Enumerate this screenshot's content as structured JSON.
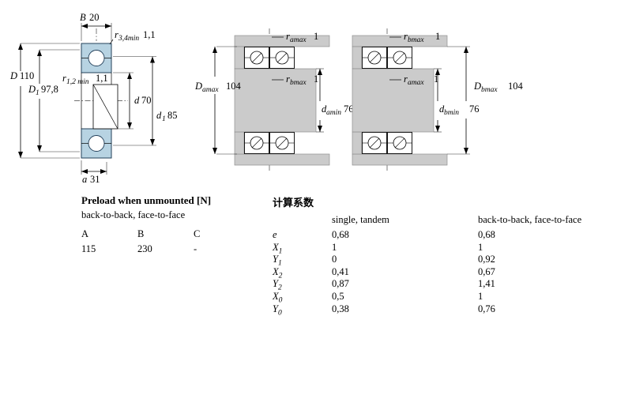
{
  "figure_section": {
    "B": {
      "sym": "B",
      "val": "20"
    },
    "r34": {
      "sym": "r",
      "sub": "3,4min",
      "val": "1,1"
    },
    "D": {
      "sym": "D",
      "val": "110"
    },
    "D1": {
      "sym": "D",
      "sub": "1",
      "val": "97,8"
    },
    "r12": {
      "sym": "r",
      "sub": "1,2 min",
      "val": "1,1"
    },
    "d": {
      "sym": "d",
      "val": "70"
    },
    "d1": {
      "sym": "d",
      "sub": "1",
      "val": "85"
    },
    "a": {
      "sym": "a",
      "val": "31"
    }
  },
  "figure_arrangement_a": {
    "ramax": {
      "sym": "r",
      "sub": "amax",
      "val": "1"
    },
    "rbmax": {
      "sym": "r",
      "sub": "bmax",
      "val": "1"
    },
    "Damax": {
      "sym": "D",
      "sub": "amax",
      "val": "104"
    },
    "damin": {
      "sym": "d",
      "sub": "amin",
      "val": "76"
    }
  },
  "figure_arrangement_b": {
    "rbmax": {
      "sym": "r",
      "sub": "bmax",
      "val": "1"
    },
    "ramax": {
      "sym": "r",
      "sub": "amax",
      "val": "1"
    },
    "Dbmax": {
      "sym": "D",
      "sub": "bmax",
      "val": "104"
    },
    "dbmin": {
      "sym": "d",
      "sub": "bmin",
      "val": "76"
    }
  },
  "preload_table": {
    "title": "Preload when unmounted [N]",
    "subtitle": "back-to-back, face-to-face",
    "headers": [
      "A",
      "B",
      "C"
    ],
    "values": [
      "115",
      "230",
      "-"
    ]
  },
  "factors_table": {
    "title": "计算系数",
    "col1_header": "single, tandem",
    "col2_header": "back-to-back, face-to-face",
    "rows": [
      {
        "sym": "e",
        "sub": "",
        "v1": "0,68",
        "v2": "0,68"
      },
      {
        "sym": "X",
        "sub": "1",
        "v1": "1",
        "v2": "1"
      },
      {
        "sym": "Y",
        "sub": "1",
        "v1": "0",
        "v2": "0,92"
      },
      {
        "sym": "X",
        "sub": "2",
        "v1": "0,41",
        "v2": "0,67"
      },
      {
        "sym": "Y",
        "sub": "2",
        "v1": "0,87",
        "v2": "1,41"
      },
      {
        "sym": "X",
        "sub": "0",
        "v1": "0,5",
        "v2": "1"
      },
      {
        "sym": "Y",
        "sub": "0",
        "v1": "0,38",
        "v2": "0,76"
      }
    ]
  }
}
